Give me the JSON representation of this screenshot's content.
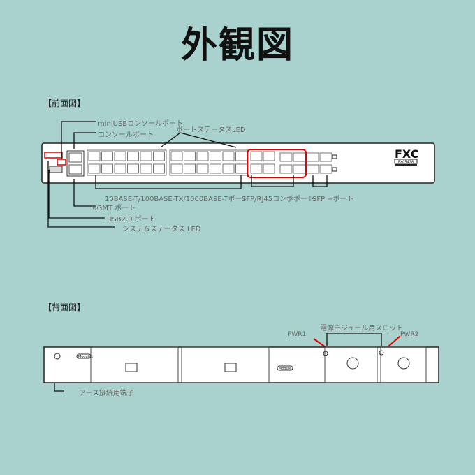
{
  "title": "外観図",
  "front": {
    "heading": "【前面図】",
    "labels": {
      "mini_usb": "miniUSBコンソールポート",
      "console": "コンソールポート",
      "port_led": "ポートステータスLED",
      "base_t": "10BASE-T/100BASE-TX/1000BASE-Tポート",
      "mgmt": "MGMT ポート",
      "usb": "USB2.0  ポート",
      "sys_led": "システムステータス LED",
      "combo": "SFP/RJ45コンボポート",
      "sfp_plus": "SFP  +ポート"
    },
    "brand": "FXC",
    "model": "FXC5428"
  },
  "rear": {
    "heading": "【背面図】",
    "labels": {
      "psu_slot": "電源モジュール用スロット",
      "pwr1": "PWR1",
      "pwr2": "PWR2",
      "ground": "アース接続用端子"
    },
    "module1": "Module1",
    "module2": "Module2"
  },
  "colors": {
    "background": "#a9d2cf",
    "highlight": "#e00000"
  }
}
